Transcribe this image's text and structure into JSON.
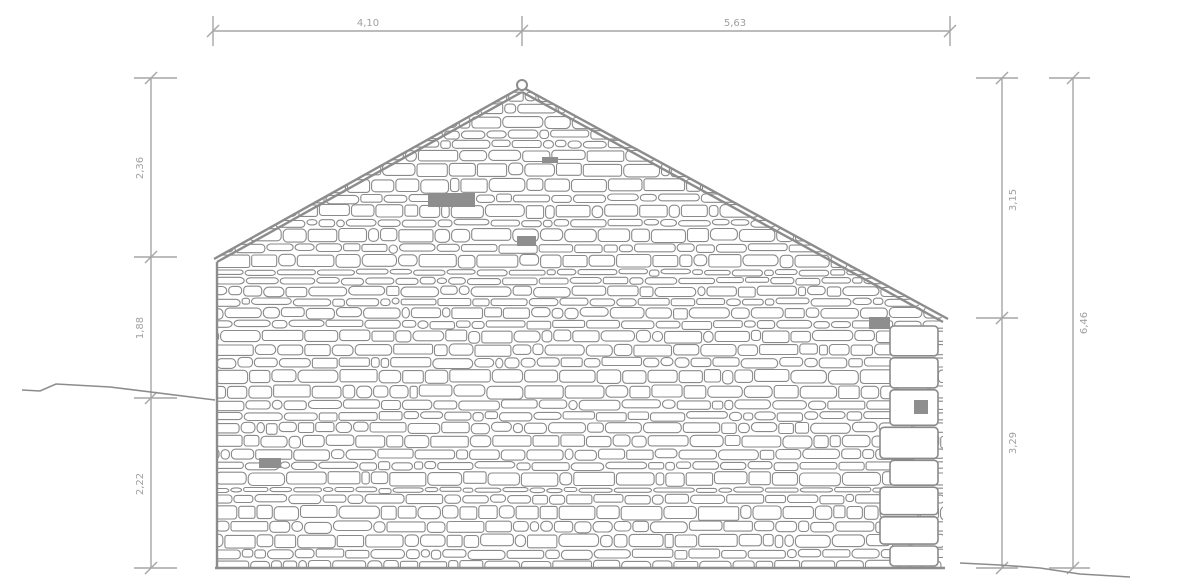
{
  "dimensions": {
    "top_left": "4,10",
    "top_right": "5,63",
    "left_upper": "2,36",
    "left_middle": "1,88",
    "left_lower": "2,22",
    "right_upper": "3,15",
    "right_lower": "3,29",
    "right_total": "6,46"
  },
  "colors": {
    "line": "#8c8c8c",
    "dimension": "#a6a6a6",
    "void": "#8e8e8e",
    "background": "#ffffff"
  }
}
